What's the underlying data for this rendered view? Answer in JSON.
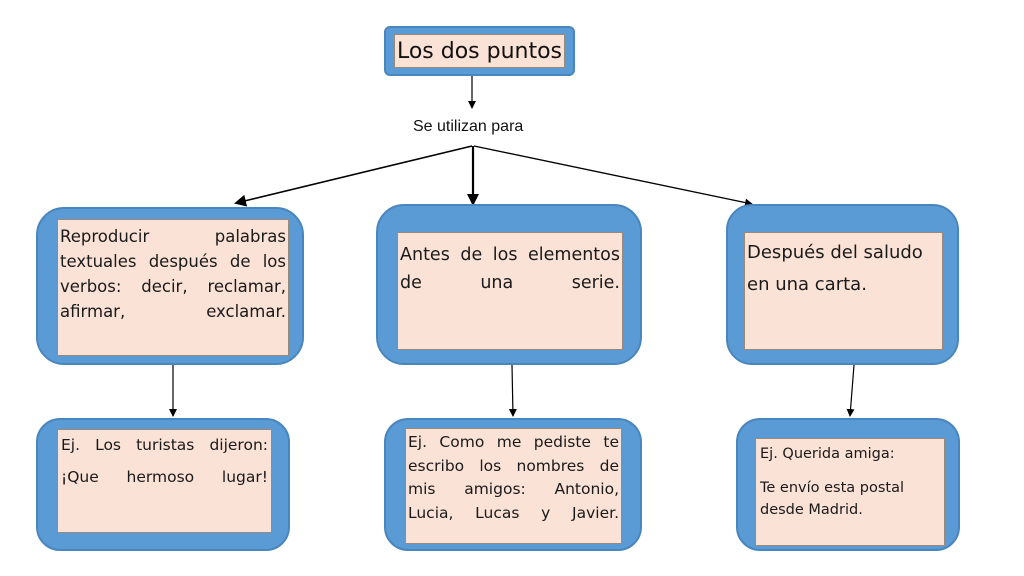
{
  "title": "Los dos puntos",
  "connector_label": "Se utilizan para",
  "uses": [
    {
      "text": "Reproducir palabras textuales después de los verbos: decir, reclamar, afirmar, exclamar.",
      "example_lines": [
        "Ej. Los turistas dijeron:",
        "¡Que hermoso lugar!"
      ]
    },
    {
      "text": "Antes de los elementos de una serie.",
      "example_lines": [
        "Ej. Como me pediste te escribo los nombres de mis amigos: Antonio, Lucia, Lucas y Javier."
      ]
    },
    {
      "text": "Después del saludo en una carta.",
      "example_lines": [
        "Ej. Querida amiga:",
        "Te envío esta postal desde Madrid."
      ]
    }
  ],
  "colors": {
    "box_border": "#5b9bd5",
    "box_fill": "#fbe2d6",
    "arrow": "#000000"
  }
}
